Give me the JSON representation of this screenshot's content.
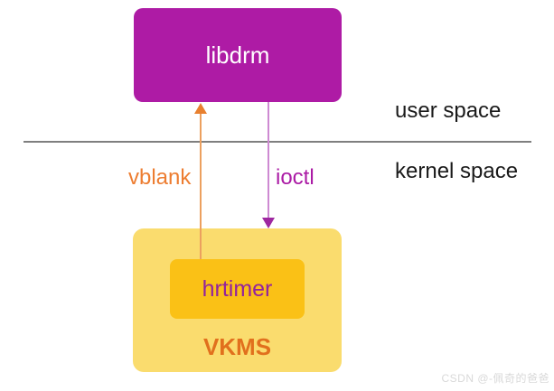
{
  "diagram": {
    "boxes": {
      "libdrm": {
        "label": "libdrm",
        "fill": "#ae1ba5",
        "text_color": "#ffffff"
      },
      "vkms": {
        "label": "VKMS",
        "fill": "#fadc6e",
        "label_color": "#e1701d"
      },
      "hrtimer": {
        "label": "hrtimer",
        "fill": "#fac116",
        "label_color": "#93239e"
      }
    },
    "regions": {
      "user_space": {
        "label": "user space"
      },
      "kernel_space": {
        "label": "kernel space"
      },
      "divider_color": "#7f7f7f",
      "label_color": "#1a1a1a"
    },
    "arrows": {
      "vblank": {
        "label": "vblank",
        "color": "#ed7d31",
        "direction": "up",
        "from": "hrtimer",
        "to": "libdrm"
      },
      "ioctl": {
        "label": "ioctl",
        "color": "#ab1ba5",
        "direction": "down",
        "from": "libdrm",
        "to": "VKMS"
      }
    }
  },
  "watermark": {
    "text": "CSDN @-佩奇的爸爸",
    "color": "#d9d9d9"
  }
}
